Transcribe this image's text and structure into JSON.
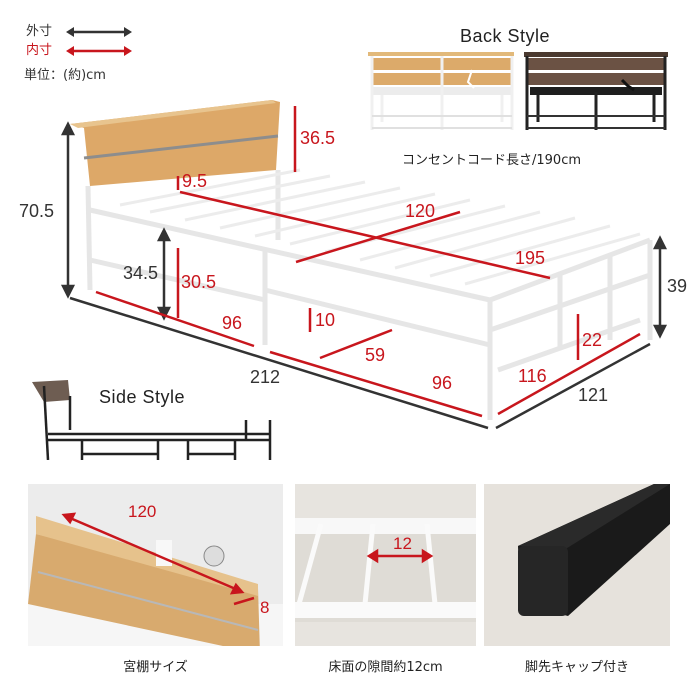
{
  "legend": {
    "outer": {
      "label": "外寸",
      "color": "#333333"
    },
    "inner": {
      "label": "内寸",
      "color": "#c8161d"
    },
    "unit": "単位：(約)cm"
  },
  "back_style": {
    "title": "Back Style",
    "caption": "コンセントコード長さ/190cm",
    "variants": [
      "natural-white",
      "walnut-black"
    ]
  },
  "side_style": {
    "title": "Side Style"
  },
  "main_diagram": {
    "outer_dims": {
      "total_height": "70.5",
      "floor_to_frame_top": "34.5",
      "foot_height": "39",
      "length": "212",
      "width": "121"
    },
    "inner_dims": {
      "headboard_height": "36.5",
      "headboard_to_slats": "9.5",
      "inner_width": "120",
      "inner_length": "195",
      "under_clearance": "30.5",
      "bar_clearance": "10",
      "side_segment_1": "96",
      "side_segment_2": "96",
      "leg_gap": "59",
      "foot_clearance": "22",
      "foot_inner_width": "116"
    }
  },
  "photos": [
    {
      "caption": "宮棚サイズ",
      "dims": [
        "120",
        "8"
      ]
    },
    {
      "caption": "床面の隙間約12cm",
      "dims": [
        "12"
      ]
    },
    {
      "caption": "脚先キャップ付き",
      "dims": []
    }
  ],
  "colors": {
    "accent_red": "#c8161d",
    "dark": "#333333",
    "wood": "#d9a866",
    "frame_white": "#f4f4f4"
  }
}
